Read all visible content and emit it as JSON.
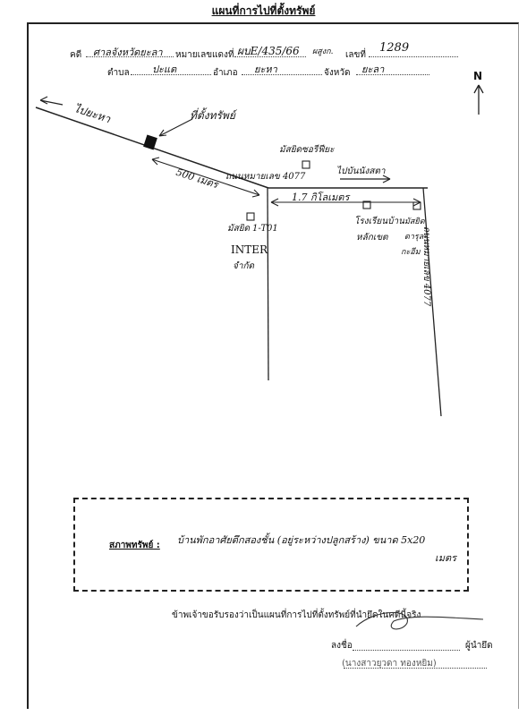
{
  "header": {
    "title": "แผนที่การไปที่ตั้งทรัพย์",
    "case_label": "คดี",
    "case_value": "ศาลจังหวัดยะลา",
    "black_no_label": "หมายเลขแดงที่",
    "black_no_value": "ผบE/435/66",
    "office_value": "ผสูงก.",
    "number_label": "เลขที่",
    "number_value": "1289",
    "subdistrict_label": "ตำบล",
    "subdistrict_value": "ปะแต",
    "district_label": "อำเภอ",
    "district_value": "ยะหา",
    "province_label": "จังหวัด",
    "province_value": "ยะลา"
  },
  "map": {
    "to_yaha": "ไปยะหา",
    "property_location": "ที่ตั้งทรัพย์",
    "mosque_1": "มัสยิดซอรีฟียะ",
    "highway_label_1": "ถนนหมายเลข 4077",
    "to_bannang_sata": "ไปบันนังสตา",
    "distance_1": "500 เมตร",
    "distance_2": "1.7 กิโลเมตร",
    "mosque_2": "มัสยิด",
    "km_marker": "1-T01",
    "shop": "INTER",
    "shop_sub": "จำกัด",
    "school_1": "โรงเรียนบ้าน",
    "school_2": "หลักเขต",
    "mosque_3_1": "มัสยิด",
    "mosque_3_2": "ดารุล",
    "mosque_3_3": "กะอีม",
    "highway_label_2": "ถนนหมายเลข 4077",
    "north": "N"
  },
  "property": {
    "label": "สภาพทรัพย์ :",
    "description": "บ้านพักอาศัยตึกสองชั้น (อยู่ระหว่างปลูกสร้าง) ขนาด 5x20",
    "unit": "เมตร"
  },
  "certification": {
    "statement": "ข้าพเจ้าขอรับรองว่าเป็นแผนที่การไปที่ตั้งทรัพย์ที่นำยึดในคดีนี้จริง",
    "sign_label": "ลงชื่อ",
    "role": "ผู้นำยึด",
    "name": "(นางสาวยุวดา ทองหยิม)"
  }
}
